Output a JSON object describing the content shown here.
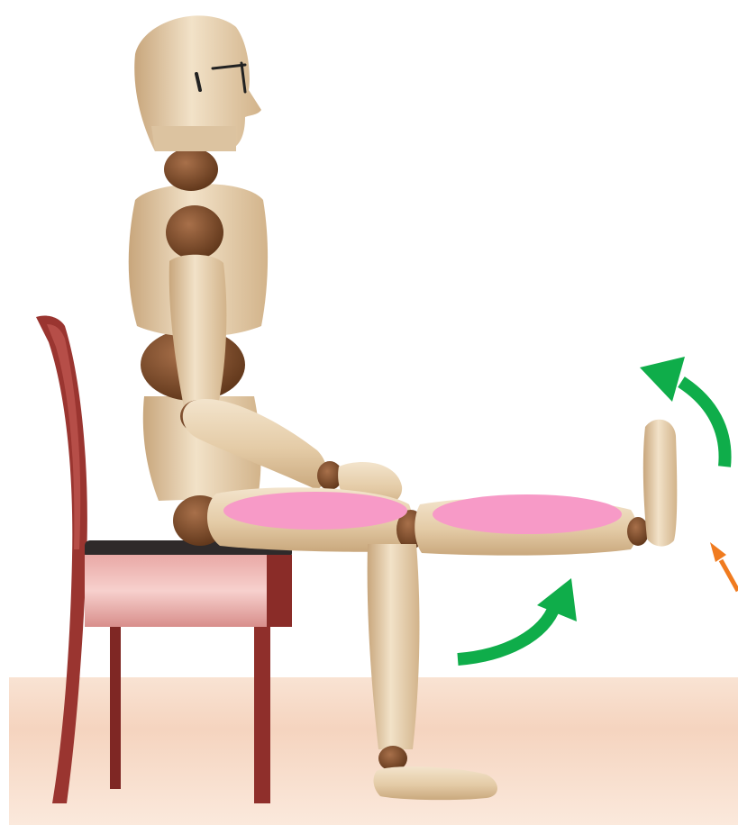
{
  "scene": {
    "subject": "wooden-mannequin-seated-leg-extension",
    "colors": {
      "background": "#ffffff",
      "floor": "#f6d8c4",
      "wood_light": "#eedcc0",
      "wood_mid": "#d9bf98",
      "wood_shade": "#c3a37a",
      "joint": "#7a4a2a",
      "chair": "#9a3530",
      "chair_seat_panel": "#f0c0bc",
      "highlight_muscle": "#f79ac7",
      "arrow_green": "#0fad4a",
      "arrow_orange": "#f07b1f"
    },
    "highlights": [
      {
        "name": "thigh-muscle-highlight"
      },
      {
        "name": "shin-muscle-highlight"
      }
    ],
    "arrows": [
      {
        "name": "knee-lift-arrow",
        "color": "arrow_green"
      },
      {
        "name": "foot-raise-arrow",
        "color": "arrow_green"
      },
      {
        "name": "toe-flex-arrow",
        "color": "arrow_orange"
      }
    ]
  }
}
